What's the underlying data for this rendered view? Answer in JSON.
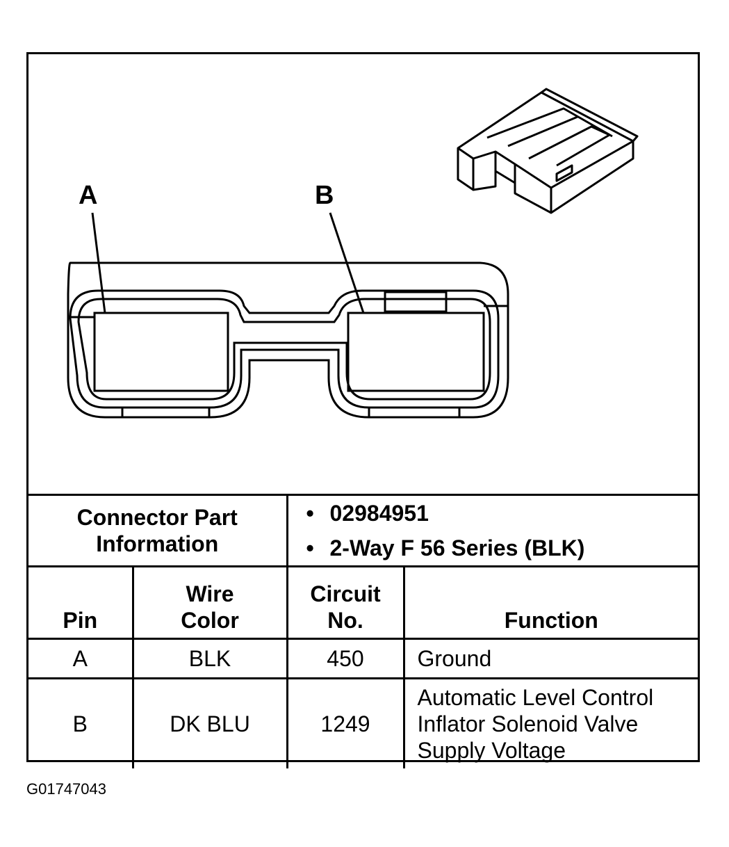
{
  "diagram": {
    "pin_labels": [
      "A",
      "B"
    ]
  },
  "connector_info": {
    "label": "Connector Part Information",
    "details": [
      "02984951",
      "2-Way F 56 Series (BLK)"
    ]
  },
  "table": {
    "headers": {
      "pin": "Pin",
      "wire_color": "Wire Color",
      "circuit_no": "Circuit No.",
      "function": "Function"
    },
    "rows": [
      {
        "pin": "A",
        "wire_color": "BLK",
        "circuit_no": "450",
        "function": "Ground"
      },
      {
        "pin": "B",
        "wire_color": "DK BLU",
        "circuit_no": "1249",
        "function": "Automatic Level Control Inflator Solenoid Valve Supply Voltage"
      }
    ]
  },
  "figure_id": "G01747043"
}
